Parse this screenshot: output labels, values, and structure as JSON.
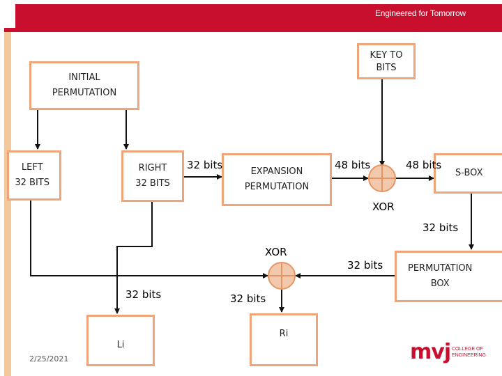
{
  "header": {
    "tagline": "Engineered for Tomorrow"
  },
  "boxes": {
    "initial_permutation": [
      "INITIAL",
      "PERMUTATION"
    ],
    "key": [
      "KEY TO",
      "BITS"
    ],
    "left": [
      "LEFT",
      "32 BITS"
    ],
    "right": [
      "RIGHT",
      "32 BITS"
    ],
    "expansion": [
      "EXPANSION",
      "PERMUTATION"
    ],
    "sbox": [
      "S-BOX"
    ],
    "pbox": [
      "PERMUTATION",
      "BOX"
    ],
    "li": [
      "Li"
    ],
    "ri": [
      "Ri"
    ]
  },
  "labels": {
    "bits32_right_out": "32 bits",
    "bits48_expansion_out": "48 bits",
    "bits48_key_out": "48 bits",
    "xor_top": "XOR",
    "bits32_sbox_out": "32 bits",
    "xor_bottom": "XOR",
    "bits32_pbox_out": "32 bits",
    "bits32_to_li": "32 bits",
    "bits32_to_ri": "32 bits"
  },
  "footer": {
    "date": "2/25/2021",
    "logo_text": "mvj",
    "logo_sub1": "COLLEGE OF",
    "logo_sub2": "ENGINEERING"
  },
  "colors": {
    "banner": "#c8102e",
    "box_border": "#efa47a",
    "xor_fill": "#f3c9ae",
    "xor_stroke": "#e69462",
    "side_stripe": "#f4c89e",
    "logo": "#c8102e"
  }
}
